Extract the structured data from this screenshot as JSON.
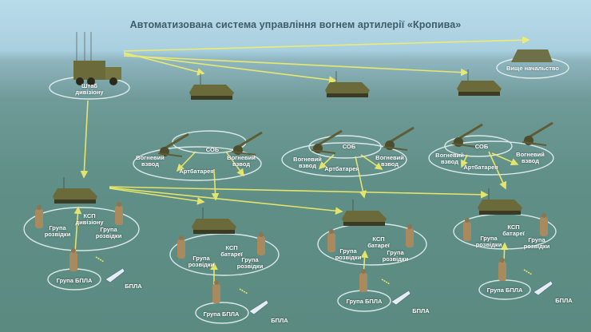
{
  "title": "Автоматизована система управління вогнем артилерії «Кропива»",
  "nodes": {
    "hq": "Штаб\nдивізіону",
    "higher_command": "Вище начальство",
    "sob": [
      "СОБ",
      "СОБ",
      "СОБ"
    ],
    "fire_platoon": [
      "Вогневий\nвзвод",
      "Вогневий\nвзвод",
      "Вогневий\nвзвод",
      "Вогневий\nвзвод",
      "Вогневий\nвзвод",
      "Вогневий\nвзвод"
    ],
    "battery": [
      "Артбатарея",
      "Артбатарея",
      "Артбатарея"
    ],
    "ksp_division": "КСП\nдивізіону",
    "ksp_battery": [
      "КСП\nбатареї",
      "КСП\nбатареї",
      "КСП\nбатареї"
    ],
    "recon_group": [
      "Група\nрозвідки",
      "Група\nрозвідки",
      "Група\nрозвідки",
      "Група\nрозвідки",
      "Група\nрозвідки",
      "Група\nрозвідки",
      "Група\nрозвідки",
      "Група\nрозвідки"
    ],
    "uav_group": [
      "Група БПЛА",
      "Група БПЛА",
      "Група БПЛА",
      "Група БПЛА"
    ],
    "uav": [
      "БПЛА",
      "БПЛА",
      "БПЛА",
      "БПЛА"
    ]
  },
  "colors": {
    "arrow": "#f2ee6a",
    "ellipse": "#e8f2f2",
    "vehicle": "#6b6a3a",
    "title": "#3f5c6a"
  }
}
